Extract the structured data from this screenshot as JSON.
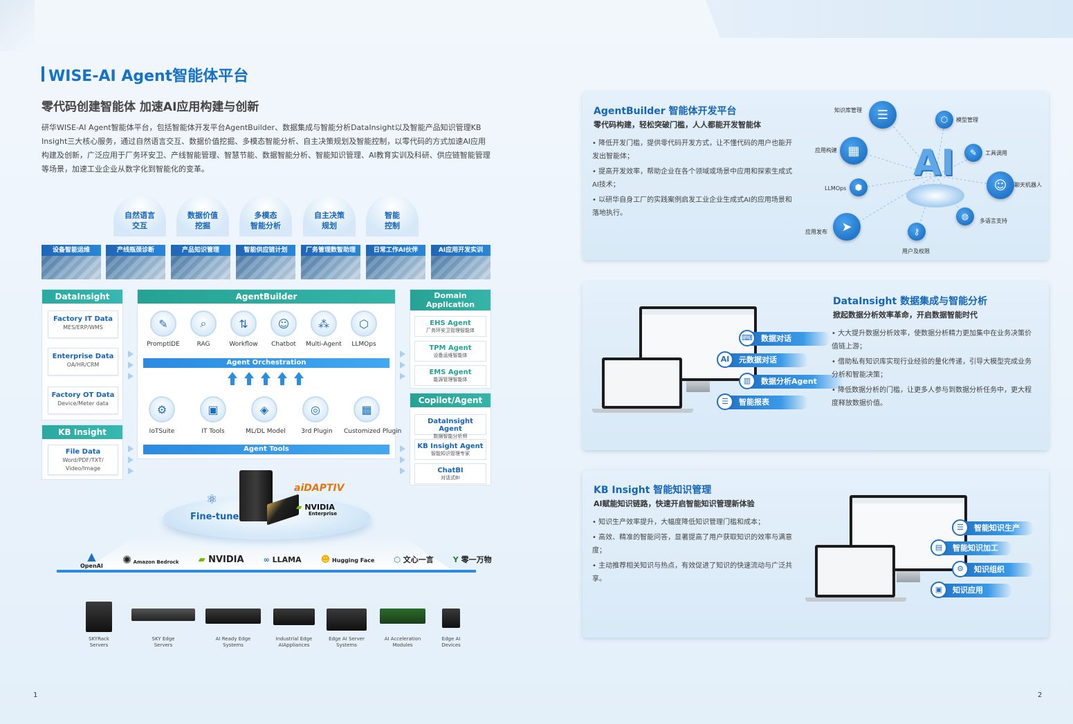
{
  "left": {
    "title": "WISE-AI Agent智能体平台",
    "subtitle": "零代码创建智能体 加速AI应用构建与创新",
    "intro": "研华WISE-AI Agent智能体平台，包括智能体开发平台AgentBuilder、数据集成与智能分析DataInsight以及智能产品知识管理KB Insight三大核心服务，通过自然语言交互、数据价值挖掘、多模态智能分析、自主决策规划及智能控制，以零代码的方式加速AI应用构建及创新，广泛应用于厂务环安卫、产线智能管理、智慧节能、数据智能分析、智能知识管理、AI教育实训及科研、供应链智能管理等场景，加速工业企业从数字化到智能化的变革。",
    "bubbles": [
      {
        "l1": "自然语言",
        "l2": "交互"
      },
      {
        "l1": "数据价值",
        "l2": "挖掘"
      },
      {
        "l1": "多模态",
        "l2": "智能分析"
      },
      {
        "l1": "自主决策",
        "l2": "规划"
      },
      {
        "l1": "智能",
        "l2": "控制"
      }
    ],
    "tiles": [
      "设备智能运维",
      "产线瓶颈诊断",
      "产品知识管理",
      "智能供应链计划",
      "厂务管理数智助理",
      "日常工作AI伙伴",
      "AI应用开发实训"
    ],
    "datainsight": {
      "head": "DataInsight",
      "cards": [
        {
          "t": "Factory IT Data",
          "s": "MES/ERP/WMS"
        },
        {
          "t": "Enterprise Data",
          "s": "OA/HR/CRM"
        },
        {
          "t": "Factory OT Data",
          "s": "Device/Meter data"
        }
      ]
    },
    "kbinsight": {
      "head": "KB Insight",
      "card": {
        "t": "File Data",
        "s1": "Word/PDF/TXT/",
        "s2": "Video/Image"
      }
    },
    "agentbuilder": {
      "head": "AgentBuilder",
      "top_icons": [
        "PromptIDE",
        "RAG",
        "Workflow",
        "Chatbot",
        "Multi-Agent",
        "LLMOps"
      ],
      "orchestration": "Agent Orchestration",
      "bottom_icons": [
        "IoTSuite",
        "IT Tools",
        "ML/DL Model",
        "3rd Plugin",
        "Customized Plugin"
      ],
      "tools": "Agent Tools"
    },
    "domain": {
      "head1": "Domain Application",
      "head2": "Agent",
      "cards": [
        {
          "t": "EHS Agent",
          "s": "厂务环安卫管理智能体"
        },
        {
          "t": "TPM Agent",
          "s": "设备运维智能体"
        },
        {
          "t": "EMS Agent",
          "s": "能源管理智能体"
        }
      ]
    },
    "copilot": {
      "head": "Copilot/Agent",
      "cards": [
        {
          "t": "DataInsight Agent",
          "s": "数据智能分析师"
        },
        {
          "t": "KB Insight Agent",
          "s": "智能知识管理专家"
        },
        {
          "t": "ChatBI",
          "s": "对话式BI"
        }
      ]
    },
    "finetune": "Fine-tune",
    "aidaptiv": "aiDAPTIV",
    "nvidia": "NVIDIA",
    "nvidia_sub": "Enterprise",
    "logos": [
      "OpenAI",
      "Amazon Bedrock",
      "NVIDIA",
      "LLAMA",
      "Hugging Face",
      "文心一言",
      "零一万物"
    ],
    "hardware": [
      {
        "l1": "SKYRack",
        "l2": "Servers"
      },
      {
        "l1": "SKY Edge",
        "l2": "Servers"
      },
      {
        "l1": "AI Ready Edge",
        "l2": "Systems"
      },
      {
        "l1": "Industrial Edge",
        "l2": "AIAppliances"
      },
      {
        "l1": "Edge AI Server",
        "l2": "Systems"
      },
      {
        "l1": "AI Acceleration",
        "l2": "Modules"
      },
      {
        "l1": "Edge AI",
        "l2": "Devices"
      }
    ],
    "page_number": "1"
  },
  "right": {
    "agentbuilder_card": {
      "title": "AgentBuilder 智能体开发平台",
      "sub": "零代码构建，轻松突破门槛，人人都能开发智能体",
      "bullets": [
        "降低开发门槛，提供零代码开发方式，让不懂代码的用户也能开发出智能体；",
        "提高开发效率，帮助企业在各个领域或场景中应用和探索生成式AI技术；",
        "以研华自身工厂的实践案例启发工业企业生成式AI的应用场景和落地执行。"
      ],
      "orbit": [
        "知识库管理",
        "模型管理",
        "应用构建",
        "工具调用",
        "LLMOps",
        "聊天机器人",
        "多语言支持",
        "应用发布",
        "用户及权限"
      ],
      "center": "AI"
    },
    "datainsight_card": {
      "title": "DataInsight 数据集成与智能分析",
      "sub": "掀起数据分析效率革命，开启数据智能时代",
      "bullets": [
        "大大提升数据分析效率，使数据分析精力更加集中在业务决策价值链上游；",
        "借助私有知识库实现行业经验的量化传递，引导大模型完成业务分析和智能决策；",
        "降低数据分析的门槛，让更多人参与到数据分析任务中，更大程度释放数据价值。"
      ],
      "pills": [
        "数据对话",
        "元数据对话",
        "数据分析Agent",
        "智能报表"
      ]
    },
    "kb_card": {
      "title": "KB Insight 智能知识管理",
      "sub": "AI赋能知识链路，快速开启智能知识管理新体验",
      "bullets": [
        "知识生产效率提升，大幅度降低知识管理门槛和成本；",
        "高效、精准的智能问答，显著提高了用户获取知识的效率与满意度；",
        "主动推荐相关知识与热点，有效促进了知识的快速流动与广泛共享。"
      ],
      "pills": [
        "智能知识生产",
        "智能知识加工",
        "知识组织",
        "知识应用"
      ]
    },
    "page_number": "2"
  }
}
